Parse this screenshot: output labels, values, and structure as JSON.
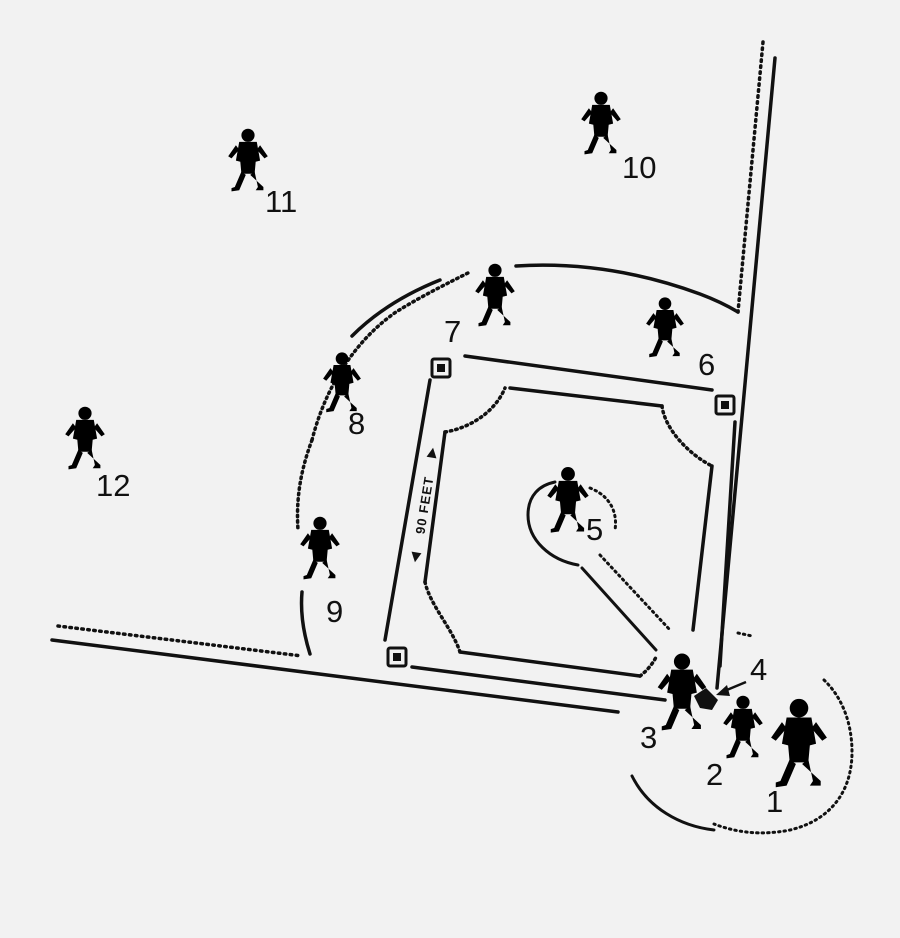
{
  "diagram": {
    "distance_label": "90 FEET",
    "colors": {
      "background": "#f2f2f2",
      "ink": "#111111"
    },
    "positions": [
      {
        "id": "1",
        "label": "1"
      },
      {
        "id": "2",
        "label": "2"
      },
      {
        "id": "3",
        "label": "3"
      },
      {
        "id": "4",
        "label": "4"
      },
      {
        "id": "5",
        "label": "5"
      },
      {
        "id": "6",
        "label": "6"
      },
      {
        "id": "7",
        "label": "7"
      },
      {
        "id": "8",
        "label": "8"
      },
      {
        "id": "9",
        "label": "9"
      },
      {
        "id": "10",
        "label": "10"
      },
      {
        "id": "11",
        "label": "11"
      },
      {
        "id": "12",
        "label": "12"
      }
    ]
  }
}
